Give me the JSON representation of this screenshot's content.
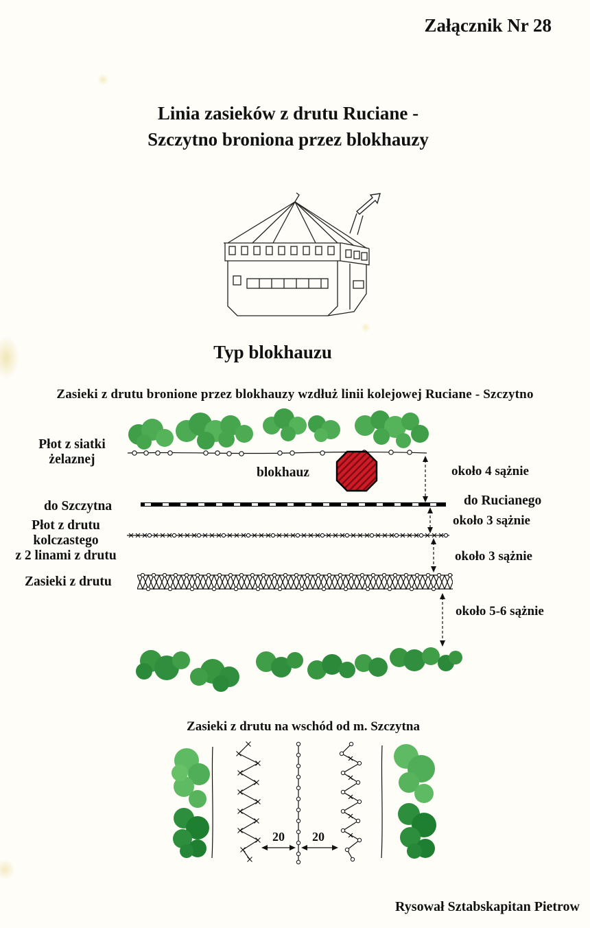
{
  "page": {
    "attachment": "Załącznik Nr 28",
    "title_line1": "Linia zasieków z drutu Ruciane -",
    "title_line2": "Szczytno broniona przez blokhauzy",
    "blockhouse_caption": "Typ blokhauzu",
    "credit": "Rysował Sztabskapitan Pietrow"
  },
  "main_diagram": {
    "title": "Zasieki z drutu bronione przez blokhauzy wzdłuż linii kolejowej Ruciane - Szczytno",
    "labels": {
      "iron_fence_line1": "Płot z siatki",
      "iron_fence_line2": "żelaznej",
      "blockhouse": "blokhauz",
      "to_szczytno": "do Szczytna",
      "to_ruciane": "do Rucianego",
      "barbed_fence_line1": "Płot z drutu",
      "barbed_fence_line2": "kolczastego",
      "barbed_fence_line3": "z 2 linami z drutu",
      "entanglement": "Zasieki z drutu"
    },
    "distances": {
      "fence_to_rail": "około 4 sążnie",
      "rail_to_barbed": "około 3 sążnie",
      "barbed_to_entanglement": "około 3 sążnie",
      "entanglement_to_forest": "około 5-6 sążnie"
    }
  },
  "east_diagram": {
    "title": "Zasieki z drutu na wschód od m. Szczytna",
    "dimension_left": "20",
    "dimension_right": "20"
  },
  "colors": {
    "paper": "#fefdf8",
    "ink": "#111111",
    "bush_green": "#46a64e",
    "bush_dark_green": "#2f8f3e",
    "blockhouse_red": "#cf1b26"
  }
}
